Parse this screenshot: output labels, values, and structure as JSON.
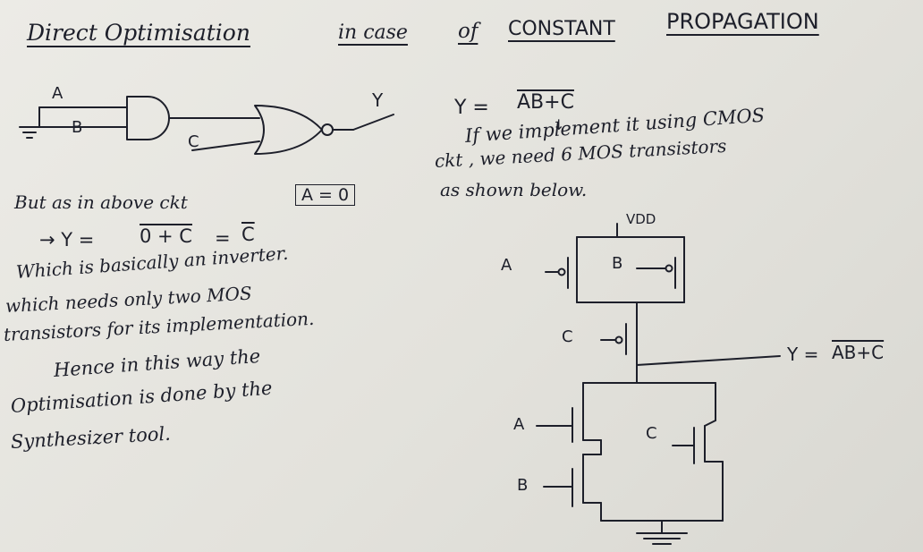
{
  "title": {
    "part1": "Direct Optimisation",
    "part2": "in case",
    "part3": "of",
    "part4": "CONSTANT",
    "part5": "PROPAGATION"
  },
  "gate_circuit": {
    "input_a": "A",
    "input_b": "B",
    "input_c": "C",
    "output_y": "Y"
  },
  "equation": {
    "lhs": "Y =",
    "rhs": "AB+C",
    "arrow": "↓"
  },
  "note_right": {
    "line1": "If we implement it using CMOS",
    "line2": "ckt , we need    6 MOS transistors",
    "line3": "as shown    below."
  },
  "note_left": {
    "but_text": "But as in above ckt",
    "box_text": "A = 0",
    "reduction_prefix": "→ Y =",
    "reduction_expr": "0 + C",
    "reduction_eq": "=",
    "reduction_result": "C",
    "line_inverter": "Which is basically an inverter.",
    "line_needs": "which needs only  two  MOS",
    "line_transistors": "transistors for its implementation.",
    "line_hence": "Hence in this way the",
    "line_optimisation": "Optimisation is done by the",
    "line_synth": "Synthesizer  tool."
  },
  "cmos_circuit": {
    "vdd": "VDD",
    "a_label": "A",
    "b_label": "B",
    "c_label": "C",
    "output_y": "Y =",
    "output_expr": "AB+C",
    "n_a_label": "A",
    "n_b_label": "B",
    "n_c_label": "C"
  }
}
